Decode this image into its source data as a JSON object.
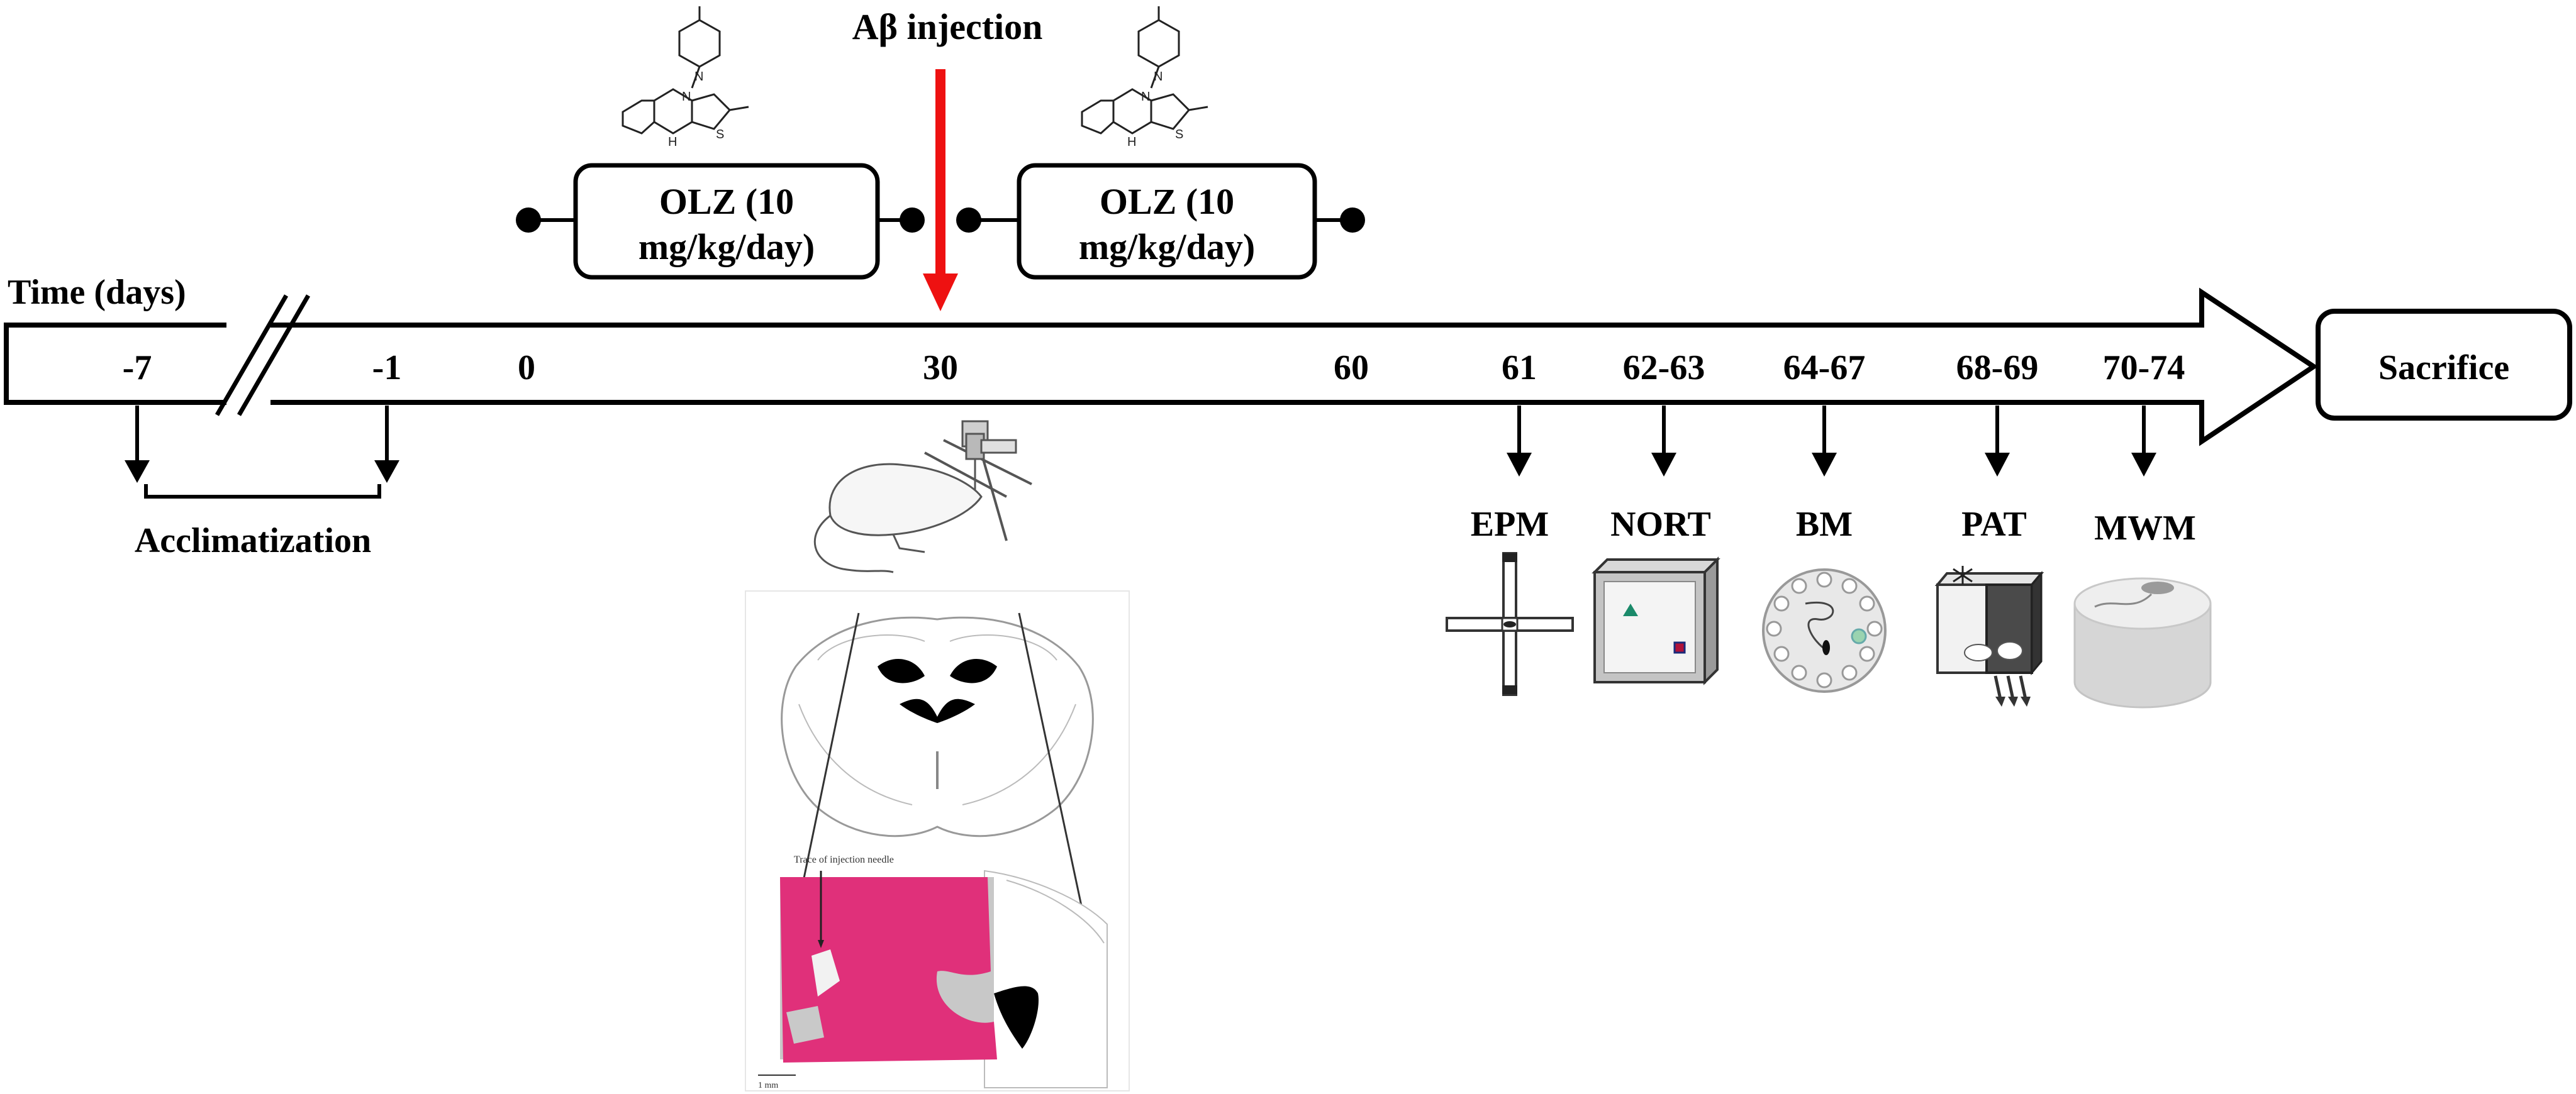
{
  "header": {
    "injection_label": "Aβ injection",
    "time_label": "Time (days)"
  },
  "treatments": [
    {
      "line1": "OLZ (10",
      "line2": "mg/kg/day)"
    },
    {
      "line1": "OLZ (10",
      "line2": "mg/kg/day)"
    }
  ],
  "timeline": {
    "ticks": [
      "-7",
      "-1",
      "0",
      "30",
      "60",
      "61",
      "62-63",
      "64-67",
      "68-69",
      "70-74"
    ],
    "end_label": "Sacrifice"
  },
  "acclimatization_label": "Acclimatization",
  "tests": [
    "EPM",
    "NORT",
    "BM",
    "PAT",
    "MWM"
  ],
  "histology": {
    "annotation": "Trace of injection needle",
    "scale_label": "1 mm"
  },
  "colors": {
    "injection_arrow": "#ee1111",
    "histology_stain": "#e0307a",
    "line": "#000000",
    "background": "#ffffff"
  },
  "icons": [
    "olanzapine-structure-icon",
    "stereotaxic-rat-icon",
    "brain-section-icon",
    "elevated-plus-maze-icon",
    "novel-object-box-icon",
    "barnes-maze-icon",
    "passive-avoidance-box-icon",
    "morris-water-maze-icon"
  ]
}
